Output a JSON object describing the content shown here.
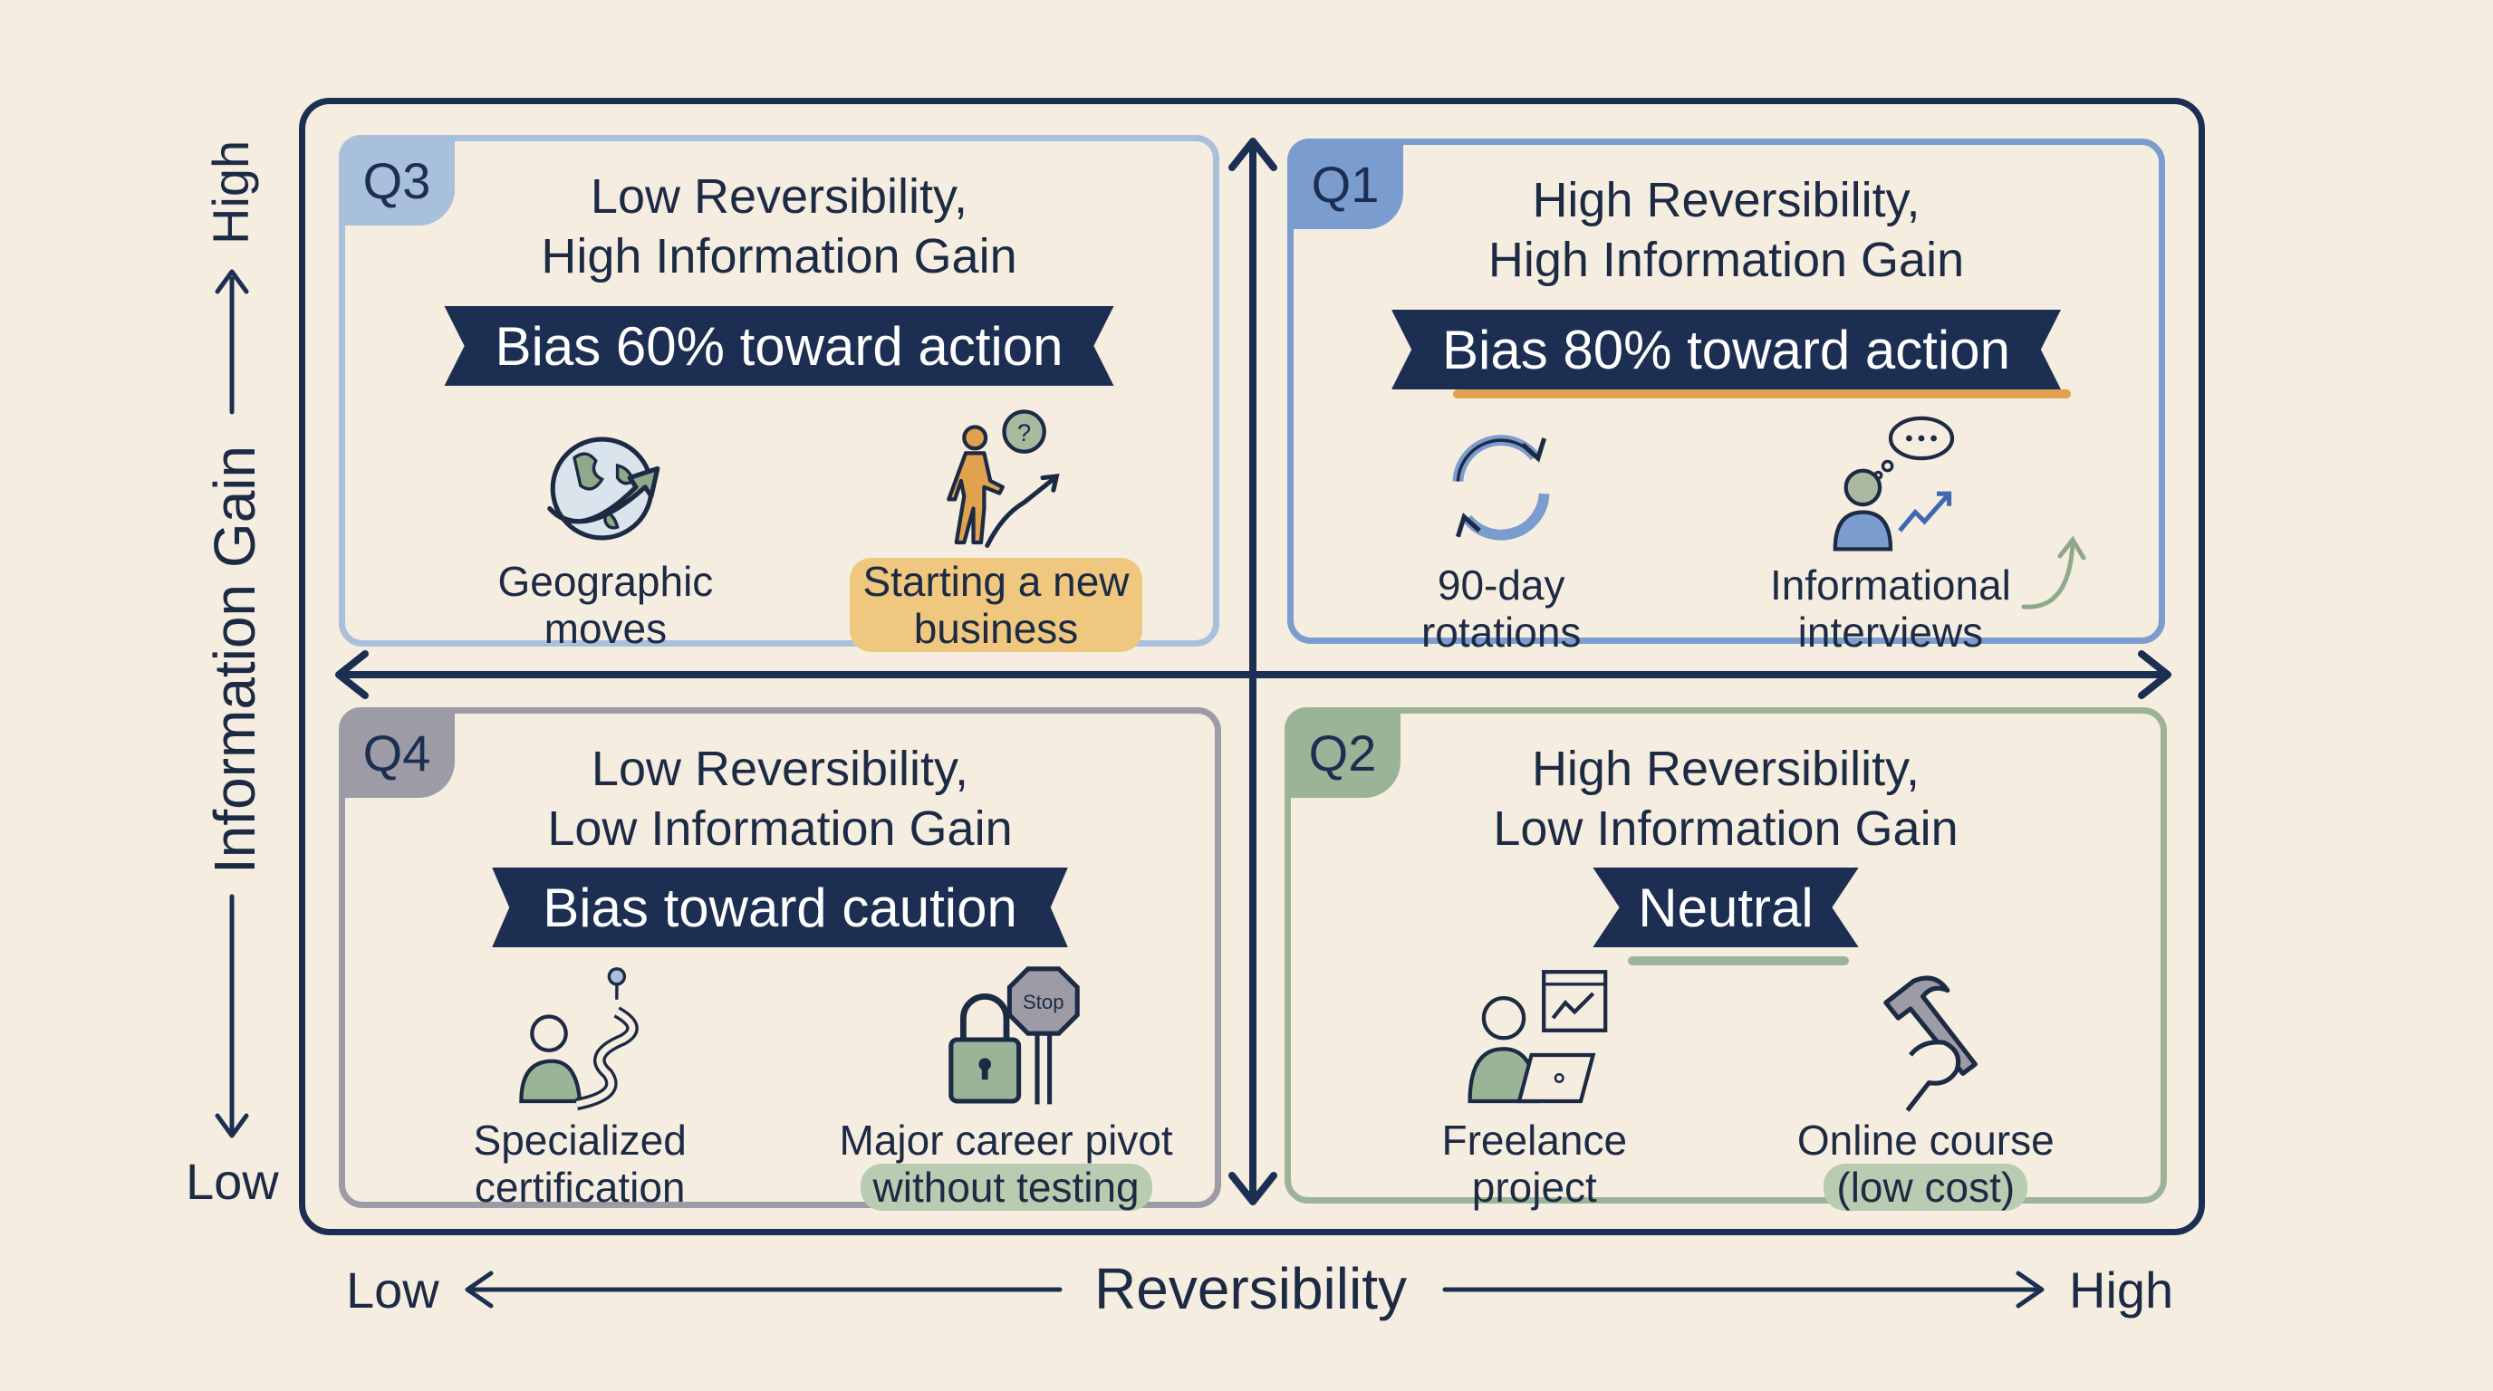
{
  "y_axis": {
    "title": "Information Gain",
    "high": "High",
    "low": "Low"
  },
  "x_axis": {
    "title": "Reversibility",
    "low": "Low",
    "high": "High"
  },
  "quadrants": {
    "q3": {
      "badge": "Q3",
      "title_line1": "Low Reversibility,",
      "title_line2": "High Information Gain",
      "banner": "Bias 60% toward action",
      "items": [
        {
          "label_line1": "Geographic",
          "label_line2": "moves",
          "icon": "globe-arrow-icon"
        },
        {
          "label_line1": "Starting a new",
          "label_line2": "business",
          "icon": "person-climbing-question-icon"
        }
      ]
    },
    "q1": {
      "badge": "Q1",
      "title_line1": "High Reversibility,",
      "title_line2": "High Information Gain",
      "banner": "Bias 80% toward action",
      "items": [
        {
          "label_line1": "90-day",
          "label_line2": "rotations",
          "icon": "cycle-arrows-icon"
        },
        {
          "label_line1": "Informational",
          "label_line2": "interviews",
          "icon": "person-thought-chart-icon"
        }
      ]
    },
    "q4": {
      "badge": "Q4",
      "title_line1": "Low Reversibility,",
      "title_line2": "Low Information Gain",
      "banner": "Bias toward caution",
      "items": [
        {
          "label_line1": "Specialized",
          "label_line2": "certification",
          "icon": "thinking-person-road-icon"
        },
        {
          "label_line1": "Major career pivot",
          "label_line2": "without testing",
          "icon": "lock-stop-sign-icon",
          "sign_text": "Stop"
        }
      ]
    },
    "q2": {
      "badge": "Q2",
      "title_line1": "High Reversibility,",
      "title_line2": "Low Information Gain",
      "banner": "Neutral",
      "items": [
        {
          "label_line1": "Freelance",
          "label_line2": "project",
          "icon": "person-laptop-icon"
        },
        {
          "label_line1": "Online course",
          "label_line2": "(low cost)",
          "icon": "hammer-hand-icon"
        }
      ]
    }
  },
  "colors": {
    "navy": "#1c2f52",
    "background": "#f5ede0",
    "q3": "#a9c0dc",
    "q1": "#7b9ccf",
    "q4": "#9d9ca6",
    "q2": "#9bb397",
    "orange": "#f0c77e",
    "green": "#b9cbb0"
  }
}
